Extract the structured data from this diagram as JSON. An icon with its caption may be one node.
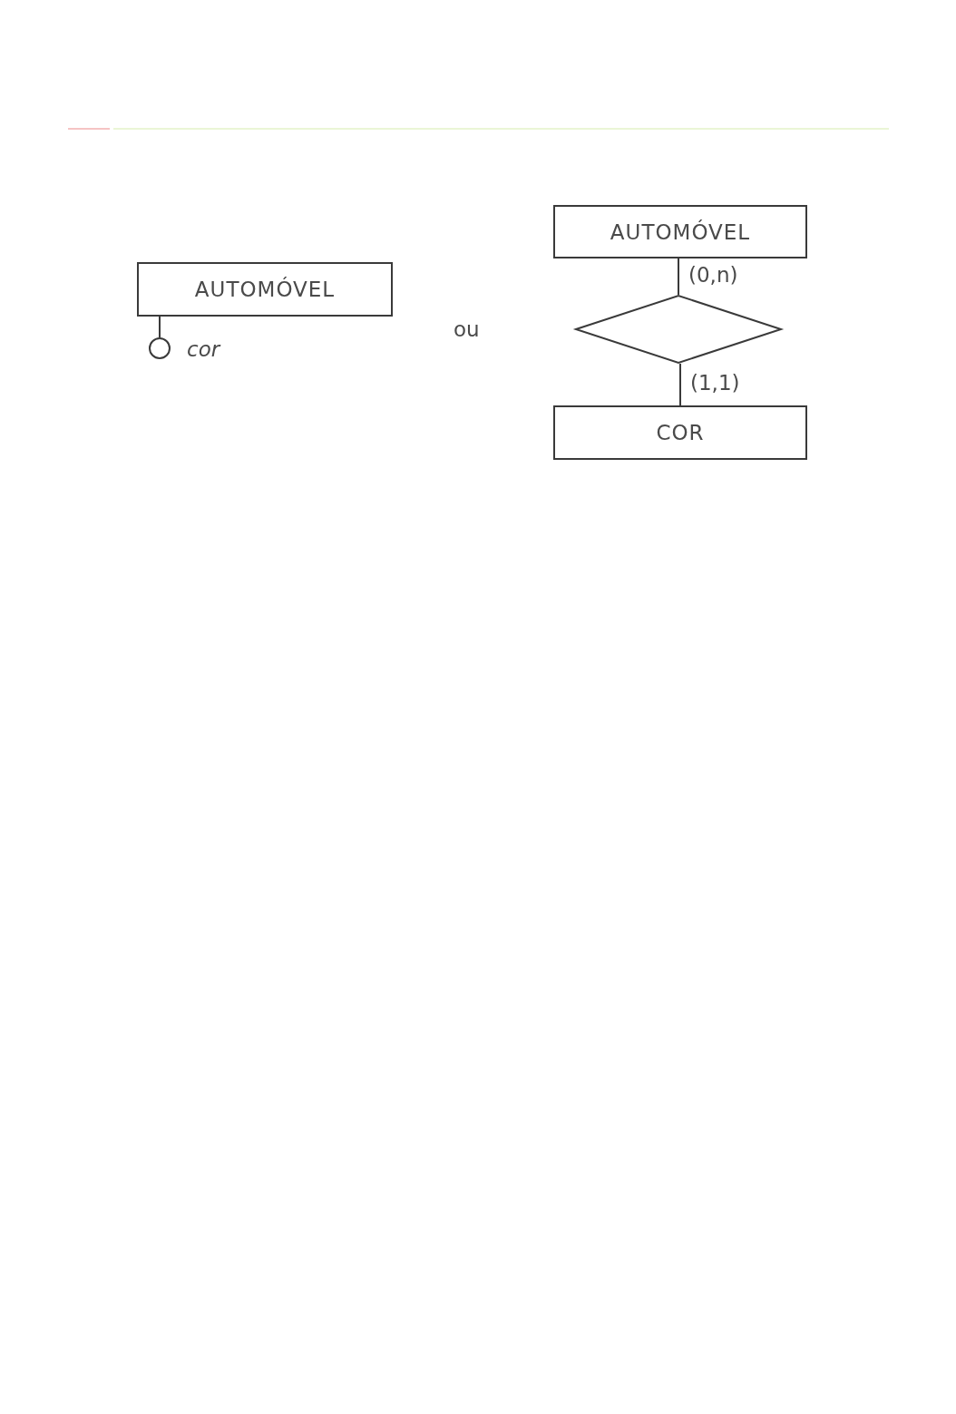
{
  "diagram": {
    "nodes": [
      {
        "text": [
          "AUTOMÓVEL"
        ]
      },
      {
        "text": [],
        "shape": "circle",
        "beside": [
          "cor"
        ]
      },
      {
        "text": [
          "AUTOMÓVEL"
        ]
      },
      {
        "text": [],
        "shape": "diamond"
      },
      {
        "text": [
          "COR"
        ]
      }
    ],
    "edges": [
      {
        "from": 0,
        "to": 1,
        "arrow": "none"
      },
      {
        "from": 2,
        "to": 3,
        "arrow": "none",
        "label": "(0,n)"
      },
      {
        "from": 3,
        "to": 4,
        "arrow": "none",
        "label": "(1,1)"
      }
    ],
    "labels": [
      "ou"
    ]
  }
}
